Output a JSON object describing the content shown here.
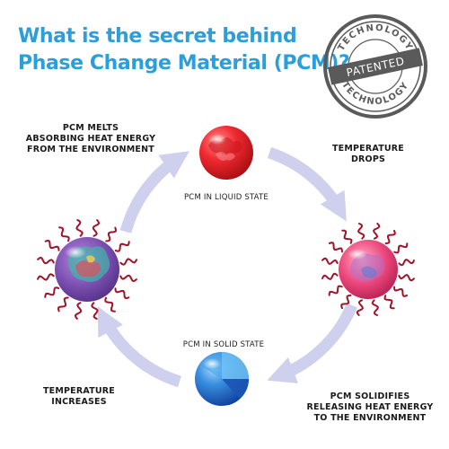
{
  "title": {
    "line1": "What is the secret behind",
    "line2": "Phase Change Material (PCM)?"
  },
  "stamp": {
    "top_text": "TECHNOLOGY",
    "middle_text": "PATENTED",
    "bottom_text": "TECHNOLOGY"
  },
  "labels": {
    "melts": [
      "PCM MELTS",
      "ABSORBING HEAT ENERGY",
      "FROM THE ENVIRONMENT"
    ],
    "temp_drops": [
      "TEMPERATURE",
      "DROPS"
    ],
    "temp_increases": [
      "TEMPERATURE",
      "INCREASES"
    ],
    "solidifies": [
      "PCM SOLIDIFIES",
      "RELEASING HEAT ENERGY",
      "TO THE ENVIRONMENT"
    ],
    "liquid_state": "PCM IN LIQUID STATE",
    "solid_state": "PCM IN SOLID STATE"
  },
  "colors": {
    "title": "#2b9fd9",
    "arrow": "#cfd0ee",
    "wavy": "#a0142a",
    "liquid_sphere": "#e8232b",
    "solid_sphere": "#1e63c4",
    "left_sphere": "#7b4fb0",
    "right_sphere": "#e8417a",
    "stamp": "#5a5a5a"
  },
  "icons": [
    "patented-stamp",
    "liquid-sphere",
    "solid-sphere",
    "heating-sphere",
    "cooling-sphere",
    "cycle-arrow"
  ]
}
